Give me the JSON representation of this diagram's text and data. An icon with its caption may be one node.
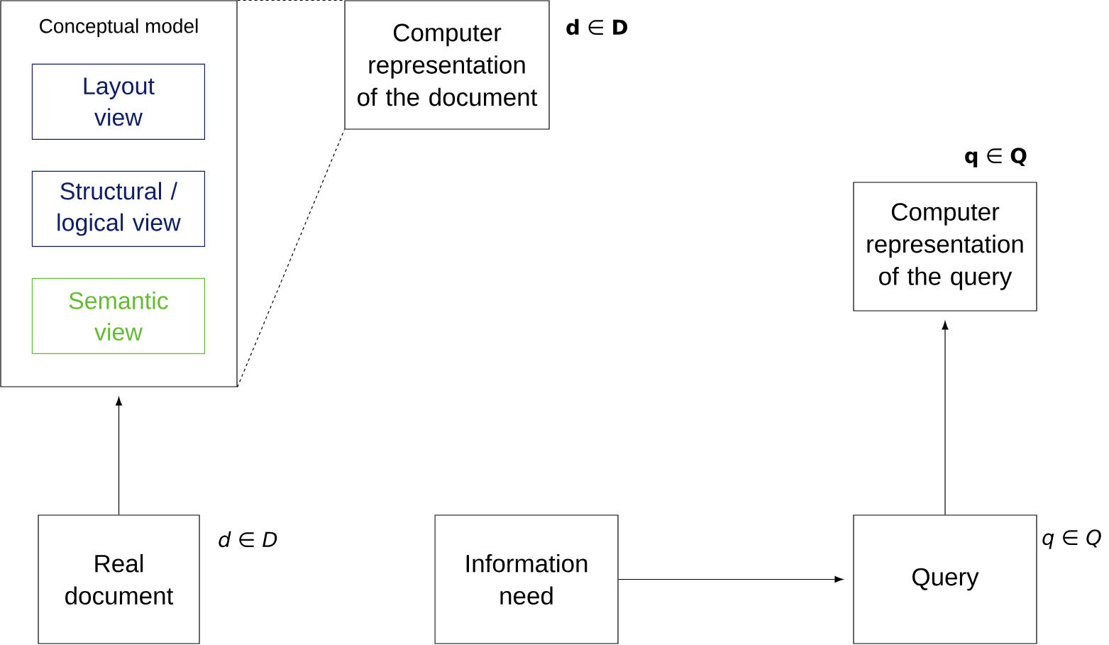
{
  "diagram": {
    "nodes": [
      {
        "text": [
          "Conceptual model"
        ]
      },
      {
        "text": [
          "Layout view"
        ],
        "in": 0
      },
      {
        "text": [
          "Structural / logical view"
        ],
        "in": 0
      },
      {
        "text": [
          "Semantic view"
        ],
        "in": 0
      },
      {
        "text": [
          "Computer representation of the document"
        ],
        "beside": [
          "**d** ∈ **D**"
        ]
      },
      {
        "text": [
          "Computer representation of the query"
        ],
        "beside": [
          "**q** ∈ **Q**"
        ]
      },
      {
        "text": [
          "Real document"
        ],
        "beside": [
          "*d* ∈ *D*"
        ]
      },
      {
        "text": [
          "Information need"
        ]
      },
      {
        "text": [
          "Query"
        ],
        "beside": [
          "*q* ∈ *Q*"
        ]
      }
    ],
    "edges": [
      {
        "from": 6,
        "to": 0,
        "arrow": "to"
      },
      {
        "from": 0,
        "to": 4,
        "arrow": "none",
        "style": "dashed"
      },
      {
        "from": 0,
        "to": 4,
        "arrow": "none",
        "style": "dashed"
      },
      {
        "from": 7,
        "to": 8,
        "arrow": "to"
      },
      {
        "from": 8,
        "to": 5,
        "arrow": "to"
      }
    ]
  }
}
